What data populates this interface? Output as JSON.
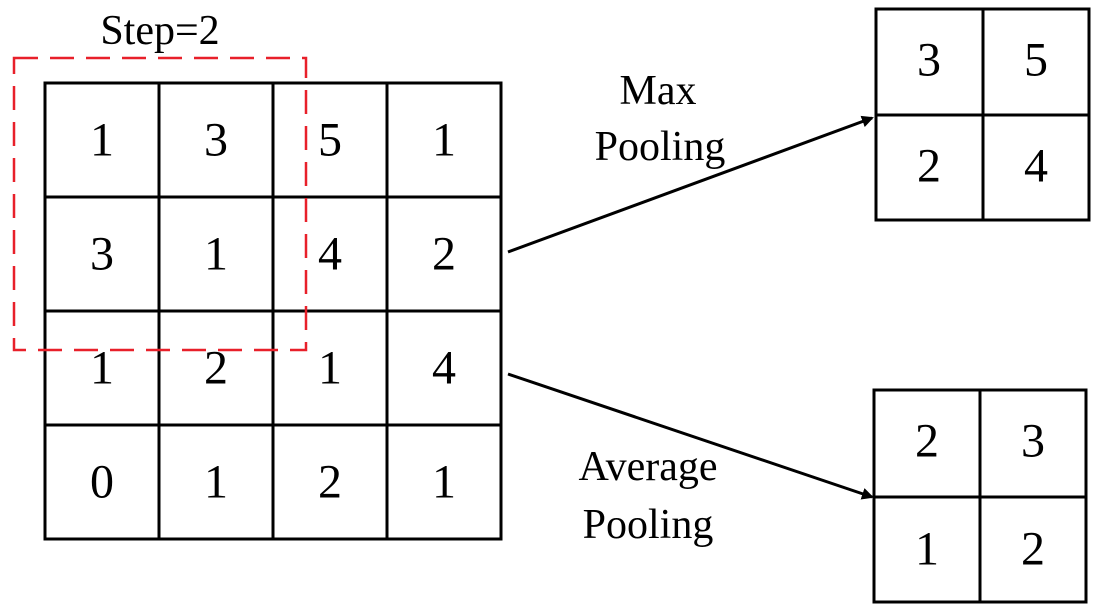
{
  "step_label": "Step=2",
  "input_grid": [
    [
      "1",
      "3",
      "5",
      "1"
    ],
    [
      "3",
      "1",
      "4",
      "2"
    ],
    [
      "1",
      "2",
      "1",
      "4"
    ],
    [
      "0",
      "1",
      "2",
      "1"
    ]
  ],
  "max_pooling": {
    "label_line1": "Max",
    "label_line2": "Pooling",
    "grid": [
      [
        "3",
        "5"
      ],
      [
        "2",
        "4"
      ]
    ]
  },
  "average_pooling": {
    "label_line1": "Average",
    "label_line2": "Pooling",
    "grid": [
      [
        "2",
        "3"
      ],
      [
        "1",
        "2"
      ]
    ]
  },
  "colors": {
    "window_stroke": "#e8202a",
    "grid_stroke": "#000000"
  }
}
